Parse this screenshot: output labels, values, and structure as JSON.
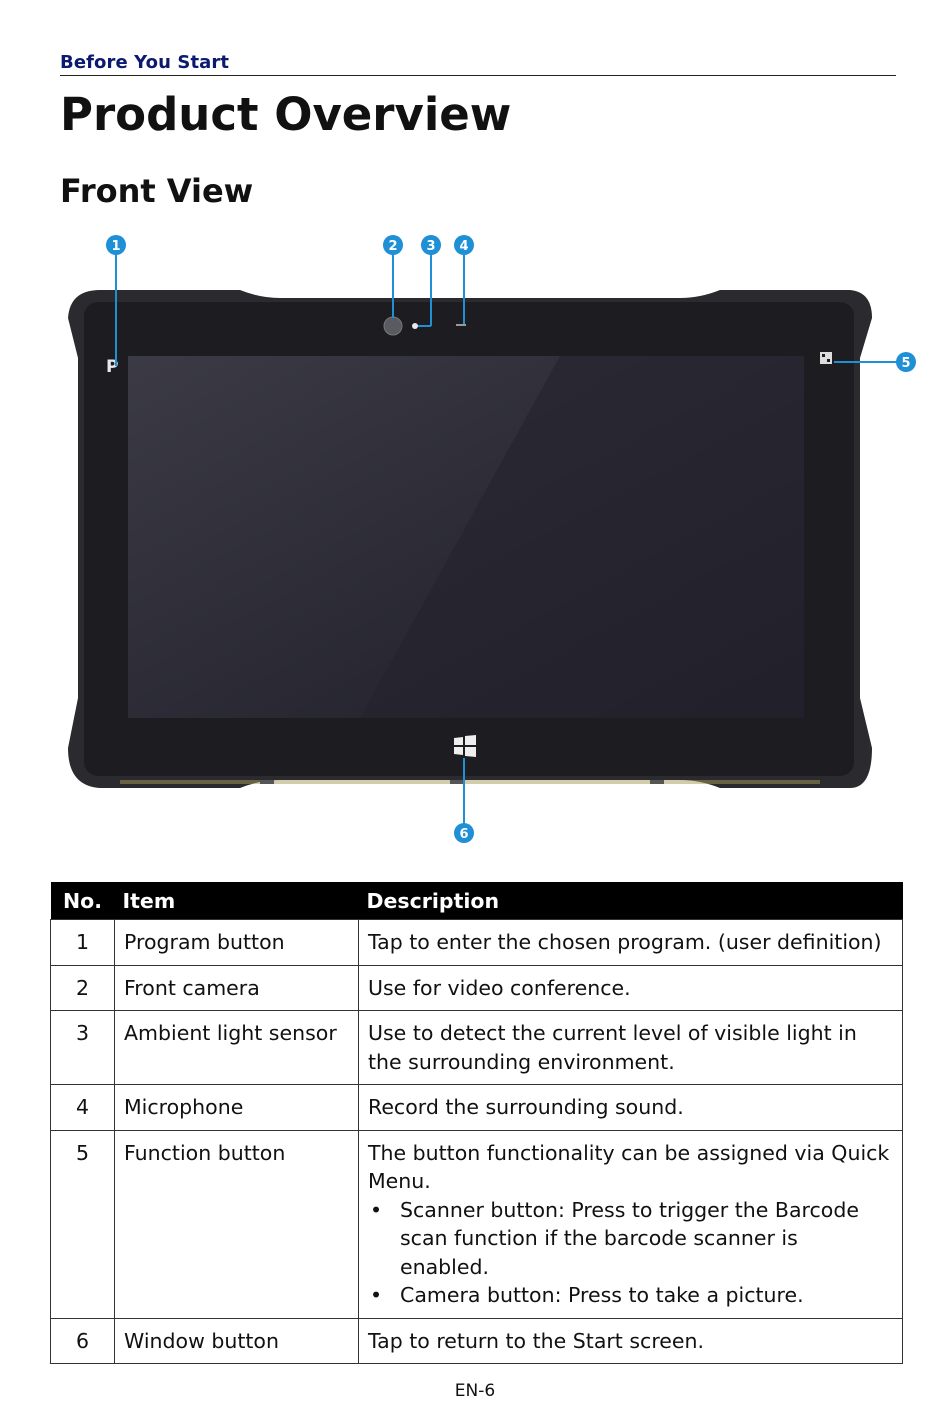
{
  "header": {
    "section": "Before You Start"
  },
  "title": "Product Overview",
  "subtitle": "Front View",
  "figure": {
    "callouts": [
      "1",
      "2",
      "3",
      "4",
      "5",
      "6"
    ],
    "button_p_label": "P"
  },
  "table": {
    "headers": {
      "no": "No.",
      "item": "Item",
      "description": "Description"
    },
    "rows": [
      {
        "no": "1",
        "item": "Program button",
        "description": "Tap to enter the chosen program. (user definition)",
        "bullets": []
      },
      {
        "no": "2",
        "item": "Front camera",
        "description": "Use for video conference.",
        "bullets": []
      },
      {
        "no": "3",
        "item": "Ambient light sensor",
        "description": "Use to detect the current level of visible light in the surrounding environment.",
        "bullets": []
      },
      {
        "no": "4",
        "item": "Microphone",
        "description": "Record the surrounding sound.",
        "bullets": []
      },
      {
        "no": "5",
        "item": "Function button",
        "description": "The button functionality can be assigned via Quick Menu.",
        "bullets": [
          "Scanner button: Press to trigger the Barcode scan function if the barcode scanner is enabled.",
          "Camera button: Press to take a picture."
        ]
      },
      {
        "no": "6",
        "item": "Window button",
        "description": "Tap to return to the Start screen.",
        "bullets": []
      }
    ],
    "bullet_symbol": "•"
  },
  "footer": {
    "page_number": "EN-6"
  },
  "colors": {
    "header_blue": "#0b1a6e",
    "callout_blue": "#1f8fd6",
    "table_header_bg": "#000000"
  }
}
